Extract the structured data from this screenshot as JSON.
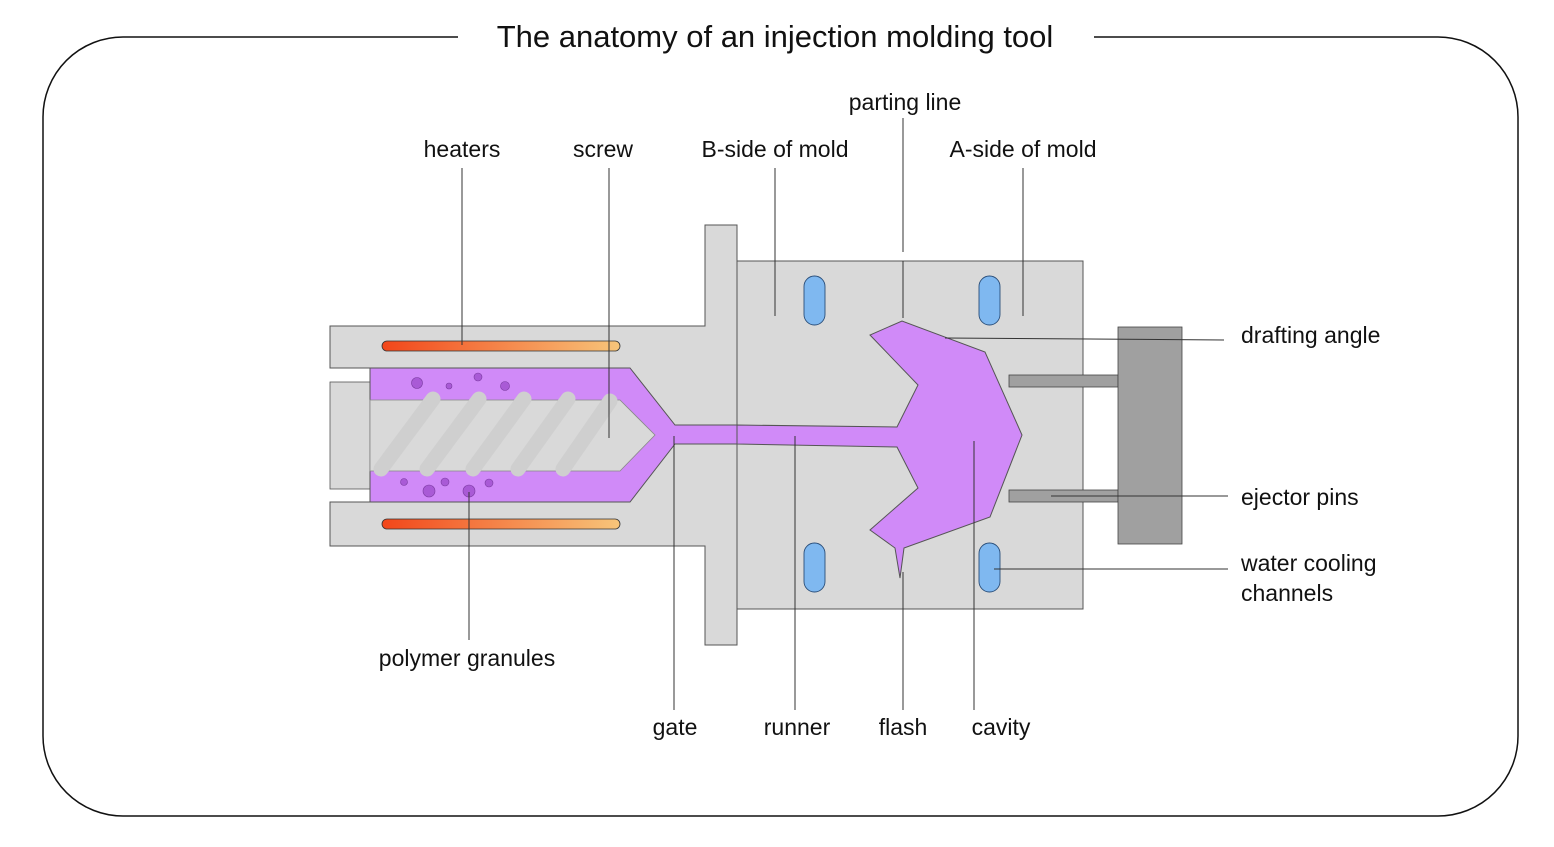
{
  "title": "The anatomy of an injection molding tool",
  "labels": {
    "heaters": "heaters",
    "screw": "screw",
    "b_side": "B-side of mold",
    "parting_line": "parting line",
    "a_side": "A-side of mold",
    "drafting_angle": "drafting angle",
    "ejector_pins": "ejector pins",
    "water_cooling_1": "water cooling",
    "water_cooling_2": "channels",
    "polymer_granules": "polymer granules",
    "gate": "gate",
    "runner": "runner",
    "flash": "flash",
    "cavity": "cavity"
  },
  "colors": {
    "frame": "#111111",
    "metal": "#d9d9d9",
    "metal_dark": "#a0a0a0",
    "polymer": "#d08af8",
    "granule": "#a95ad6",
    "cooling": "#7fb8f0",
    "heater_hot": "#f2461a",
    "heater_warm": "#f7c57a",
    "screw_flight": "#cfcfcf"
  }
}
